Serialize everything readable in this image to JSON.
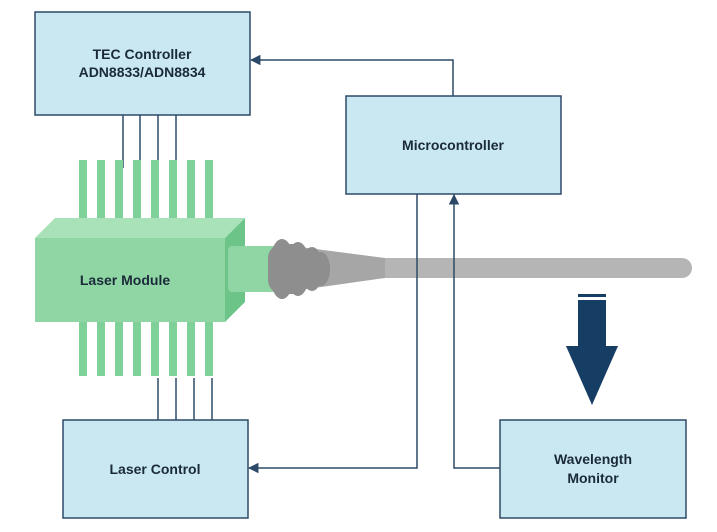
{
  "blocks": {
    "tec_controller": {
      "line1": "TEC Controller",
      "line2": "ADN8833/ADN8834"
    },
    "microcontroller": {
      "label": "Microcontroller"
    },
    "laser_module": {
      "label": "Laser Module"
    },
    "laser_control": {
      "label": "Laser Control"
    },
    "wavelength_monitor": {
      "line1": "Wavelength",
      "line2": "Monitor"
    }
  },
  "colors": {
    "box_fill": "#c9e8f2",
    "box_stroke": "#2c4a68",
    "line": "#2c4a68",
    "module_front": "#8fd6a4",
    "module_top": "#a9e2b8",
    "module_side": "#6cc489",
    "pins": "#7fd19a",
    "fiber": "#b5b5b5",
    "connector": "#8e8e8e",
    "down_arrow": "#163d63"
  },
  "icons": {
    "down_arrow": "down-arrow-icon"
  }
}
